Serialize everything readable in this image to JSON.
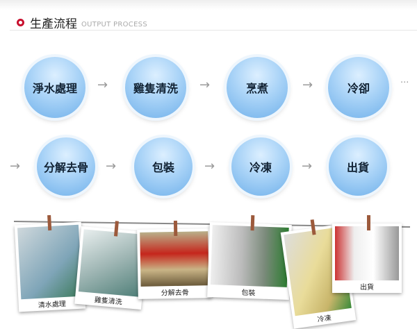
{
  "header": {
    "title": "生產流程",
    "subtitle": "OUTPUT PROCESS"
  },
  "steps_row1": [
    "淨水處理",
    "雞隻清洗",
    "烹煮",
    "冷卻"
  ],
  "steps_row2": [
    "分解去骨",
    "包裝",
    "冷凍",
    "出貨"
  ],
  "arrow": "→",
  "ellipsis": "···",
  "photos": [
    "清水處理",
    "雞隻清洗",
    "分解去骨",
    "包裝",
    "冷凍",
    "出貨"
  ]
}
